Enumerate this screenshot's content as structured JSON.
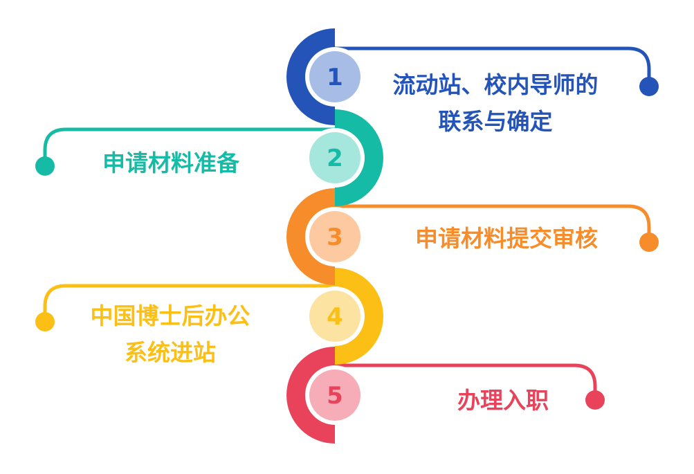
{
  "steps": [
    {
      "number": "1",
      "label_lines": [
        "流动站、校内导师的",
        "联系与确定"
      ],
      "color": "#2454b8",
      "light_color": "#a7bde6"
    },
    {
      "number": "2",
      "label_lines": [
        "申请材料准备"
      ],
      "color": "#16bba6",
      "light_color": "#a6e7dd"
    },
    {
      "number": "3",
      "label_lines": [
        "申请材料提交审核"
      ],
      "color": "#f78c2a",
      "light_color": "#fcc9a0"
    },
    {
      "number": "4",
      "label_lines": [
        "中国博士后办公",
        "系统进站"
      ],
      "color": "#fbbf16",
      "light_color": "#fde3a1"
    },
    {
      "number": "5",
      "label_lines": [
        "办理入职"
      ],
      "color": "#e8435a",
      "light_color": "#f6adb7"
    }
  ]
}
